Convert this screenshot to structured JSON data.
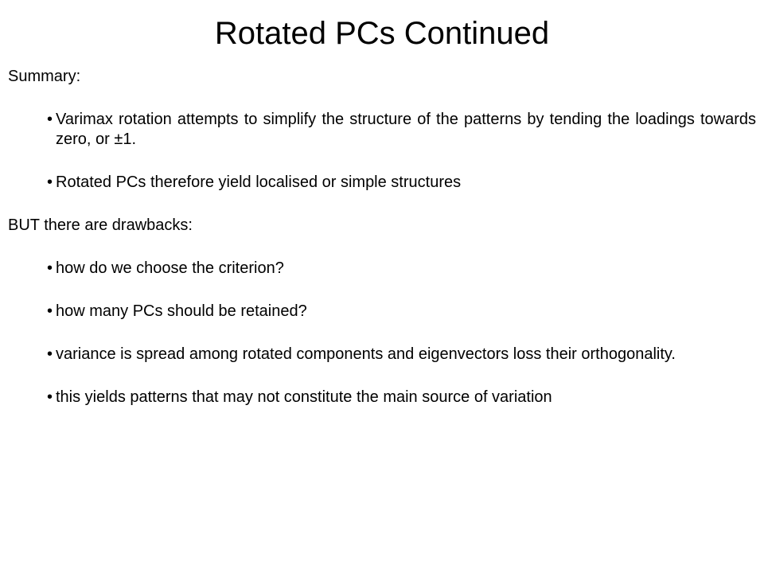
{
  "slide": {
    "title": "Rotated PCs Continued",
    "summary_heading": "Summary:",
    "summary_bullets": [
      "Varimax rotation attempts to simplify the structure of the patterns by tending the loadings towards zero, or ±1.",
      "Rotated PCs therefore yield localised or simple structures"
    ],
    "drawbacks_heading": "BUT there are drawbacks:",
    "drawback_bullets": [
      "how do we choose the criterion?",
      "how many PCs should be retained?",
      "variance is spread among rotated components and eigenvectors loss their orthogonality.",
      "this yields patterns that may not constitute the main source of variation"
    ],
    "bullet_glyph": "•"
  }
}
